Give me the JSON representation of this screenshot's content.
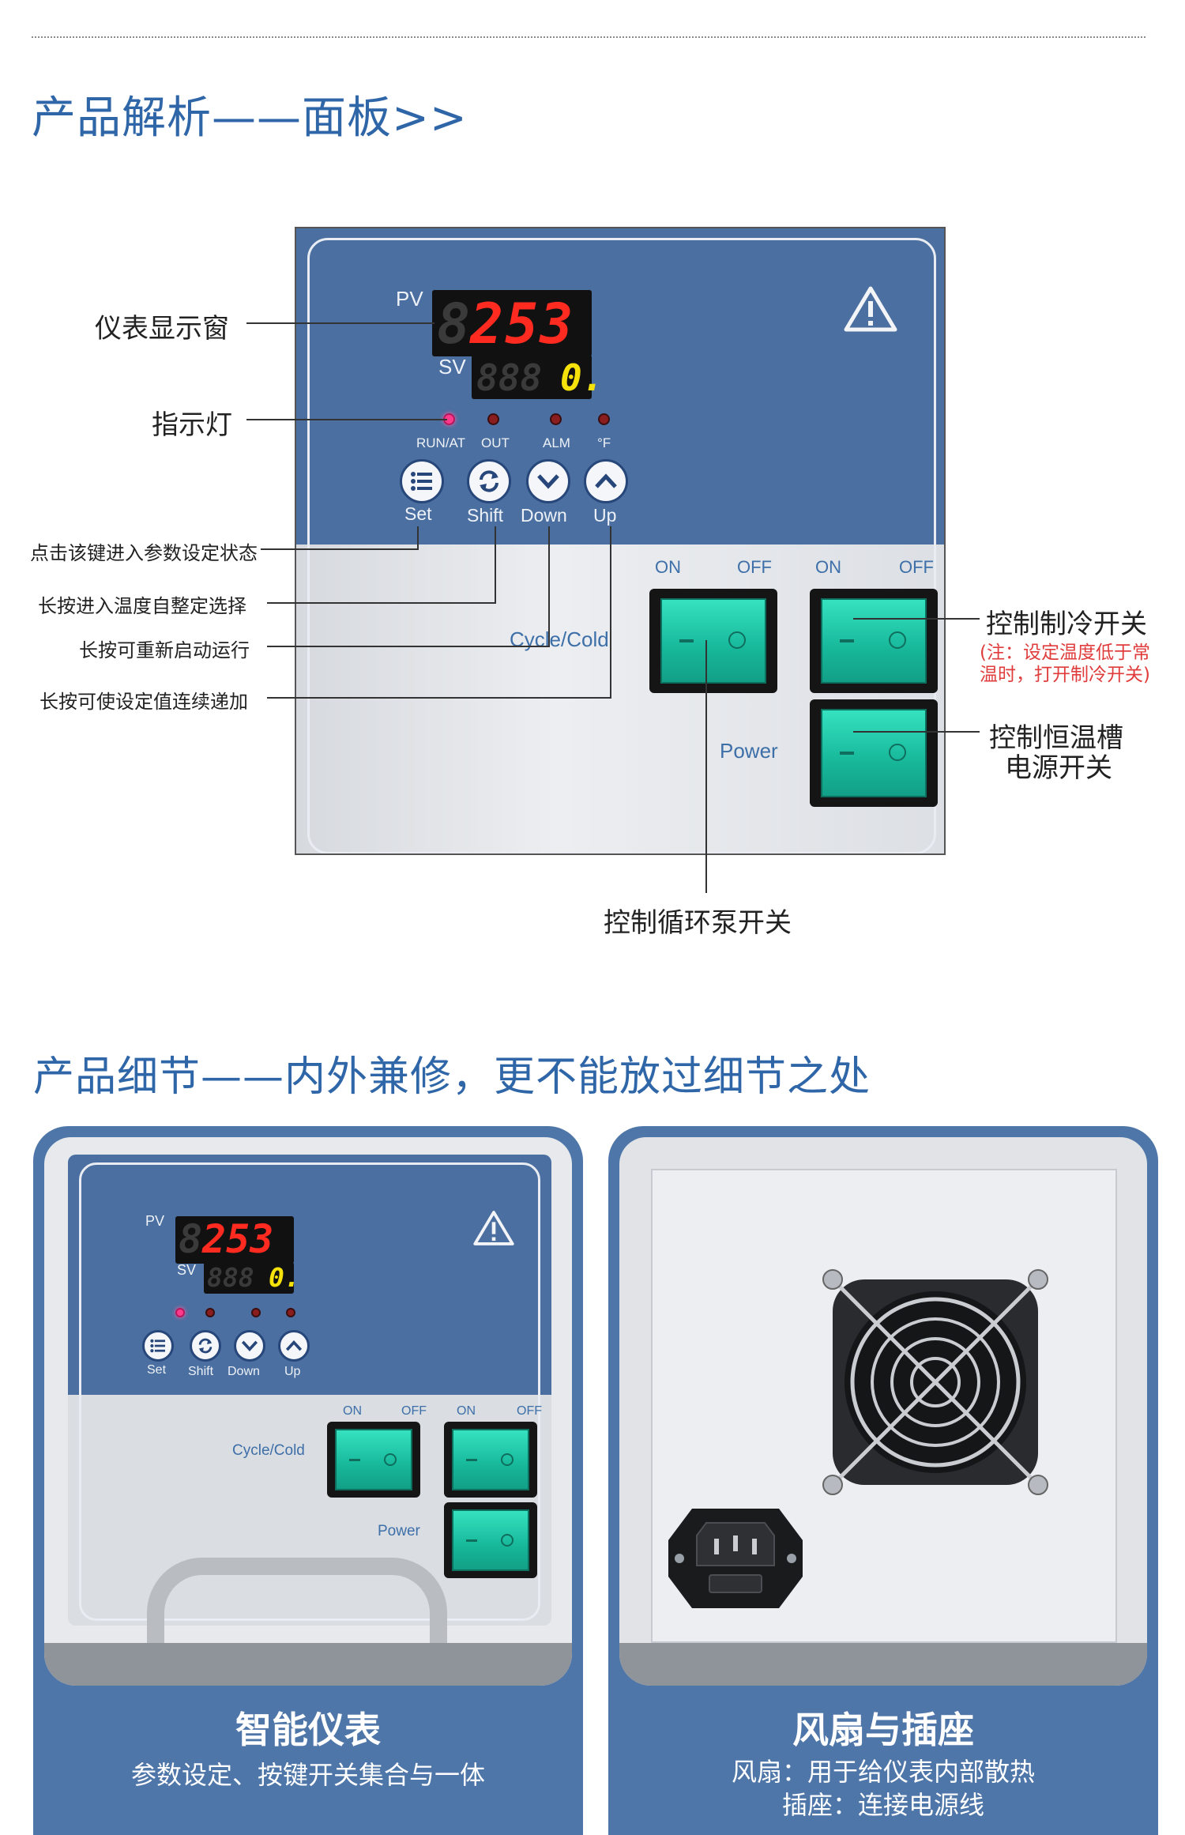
{
  "section1": {
    "title": "产品解析——面板>>"
  },
  "panel": {
    "pv_label": "PV",
    "sv_label": "SV",
    "pv_ghost": "8",
    "pv_value": "253",
    "sv_ghost": "888",
    "sv_value": "0.",
    "leds": [
      {
        "label": "RUN/AT",
        "lit": true
      },
      {
        "label": "OUT",
        "lit": false
      },
      {
        "label": "ALM",
        "lit": false
      },
      {
        "label": "°F",
        "lit": false
      }
    ],
    "buttons": [
      {
        "label": "Set",
        "icon": "menu-icon"
      },
      {
        "label": "Shift",
        "icon": "refresh-icon"
      },
      {
        "label": "Down",
        "icon": "chevron-down-icon"
      },
      {
        "label": "Up",
        "icon": "chevron-up-icon"
      }
    ],
    "switch_on": "ON",
    "switch_off": "OFF",
    "cycle_cold_label": "Cycle/Cold",
    "power_label": "Power",
    "warning_icon": "warning-triangle-icon"
  },
  "callouts": {
    "display_window": "仪表显示窗",
    "indicator": "指示灯",
    "set_desc": "点击该键进入参数设定状态",
    "shift_desc": "长按进入温度自整定选择",
    "down_desc": "长按可重新启动运行",
    "up_desc": "长按可使设定值连续递加",
    "cold_switch": "控制制冷开关",
    "cold_note_1": "(注：设定温度低于常",
    "cold_note_2": "温时，打开制冷开关)",
    "power_switch_1": "控制恒温槽",
    "power_switch_2": "电源开关",
    "pump_switch": "控制循环泵开关"
  },
  "colors": {
    "title_blue": "#2f66a8",
    "panel_blue": "#4a6fa0",
    "card_blue": "#4f76a8",
    "note_red": "#e03c3c",
    "switch_green": "#1fc3a4"
  },
  "section2": {
    "title": "产品细节——内外兼修，更不能放过细节之处"
  },
  "cards": [
    {
      "title": "智能仪表",
      "lines": [
        "参数设定、按键开关集合与一体"
      ]
    },
    {
      "title": "风扇与插座",
      "lines": [
        "风扇：用于给仪表内部散热",
        "插座：连接电源线"
      ]
    }
  ]
}
